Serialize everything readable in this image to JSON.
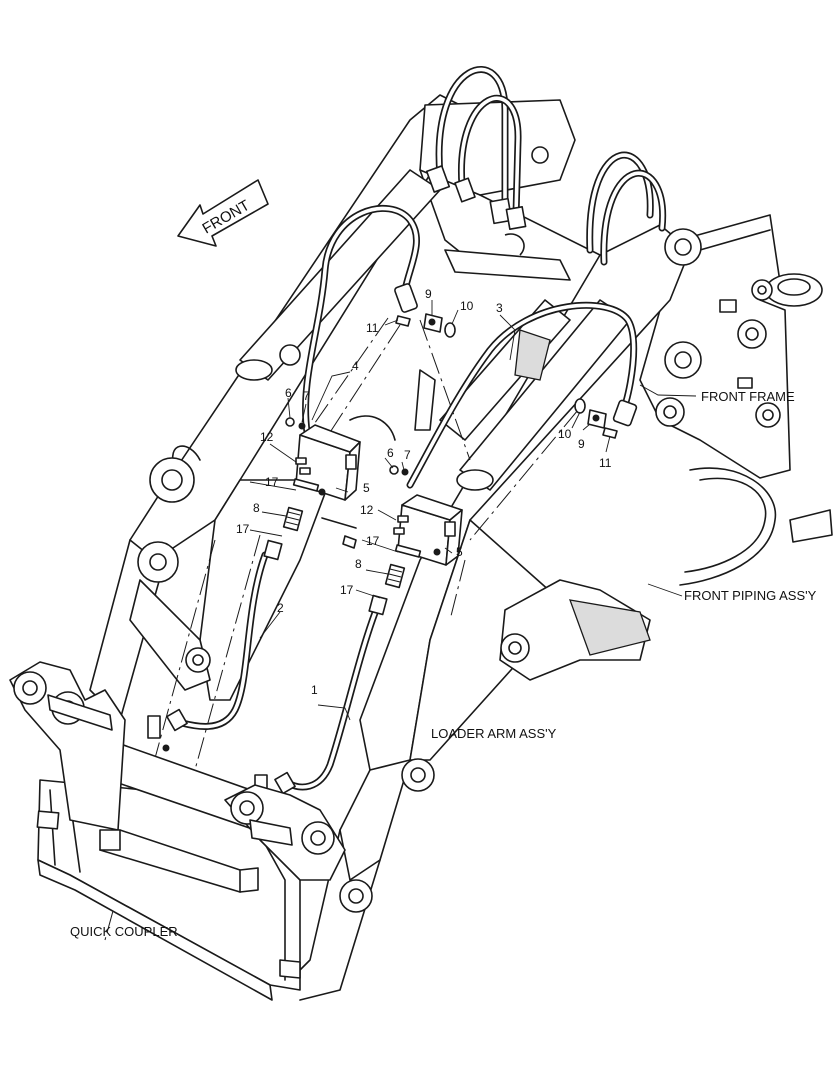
{
  "arrow": {
    "text": "FRONT"
  },
  "labels": {
    "front_frame": "FRONT FRAME",
    "front_piping": "FRONT PIPING ASS'Y",
    "loader_arm": "LOADER ARM ASS'Y",
    "quick_coupler": "QUICK COUPLER"
  },
  "callouts": {
    "c1": "1",
    "c2": "2",
    "c3": "3",
    "c4": "4",
    "c5a": "5",
    "c5b": "5",
    "c6a": "6",
    "c6b": "6",
    "c7a": "7",
    "c7b": "7",
    "c8a": "8",
    "c8b": "8",
    "c9a": "9",
    "c9b": "9",
    "c10a": "10",
    "c10b": "10",
    "c11a": "11",
    "c11b": "11",
    "c12a": "12",
    "c12b": "12",
    "c17a": "17",
    "c17b": "17",
    "c17c": "17",
    "c17d": "17"
  }
}
